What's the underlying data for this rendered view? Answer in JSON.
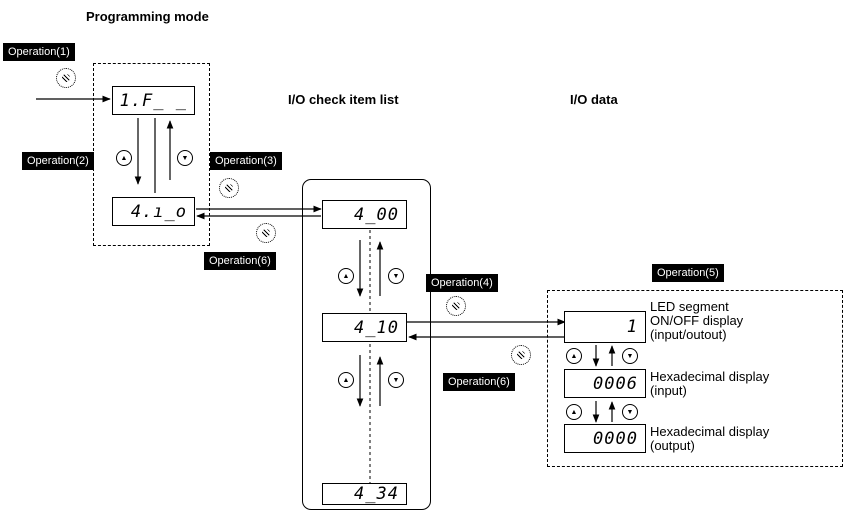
{
  "headings": {
    "programming_mode": "Programming mode",
    "io_check_item_list": "I/O check item list",
    "io_data": "I/O data"
  },
  "operations": {
    "op1": "Operation(1)",
    "op2": "Operation(2)",
    "op3": "Operation(3)",
    "op4": "Operation(4)",
    "op5": "Operation(5)",
    "op6a": "Operation(6)",
    "op6b": "Operation(6)"
  },
  "displays": {
    "menu_1f": "1.F_ _",
    "menu_4io": "4.ı_o",
    "item_400": "4_00",
    "item_410": "4_10",
    "item_434": "4_34",
    "data_led": "1",
    "data_input": "0006",
    "data_output": "0000"
  },
  "descriptions": {
    "led": [
      "LED segment",
      "ON/OFF display",
      "(input/outout)"
    ],
    "hex_input": [
      "Hexadecimal display",
      "(input)"
    ],
    "hex_output": [
      "Hexadecimal display",
      "(output)"
    ]
  },
  "icons": {
    "func_data_key": "function-data-key-icon",
    "up_key": "up-arrow-key-icon",
    "down_key": "down-arrow-key-icon"
  },
  "key_glyphs": {
    "up": "▲",
    "down": "▼"
  }
}
